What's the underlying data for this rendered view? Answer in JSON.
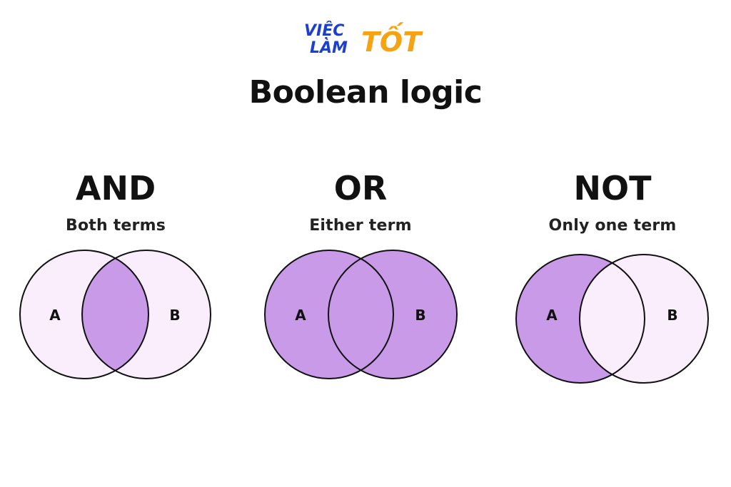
{
  "logo": {
    "line1": "VIỆC",
    "line2": "LÀM",
    "accent": "TỐT",
    "colors": {
      "blue": "#1b3fd1",
      "orange": "#f5a312"
    }
  },
  "title": "Boolean logic",
  "colors": {
    "filled": "#c89ae8",
    "light": "#faeefc",
    "stroke": "#111111"
  },
  "diagrams": [
    {
      "operator": "AND",
      "description": "Both terms",
      "set_a_label": "A",
      "set_b_label": "B",
      "highlighted_regions": [
        "A∩B"
      ]
    },
    {
      "operator": "OR",
      "description": "Either term",
      "set_a_label": "A",
      "set_b_label": "B",
      "highlighted_regions": [
        "A",
        "B",
        "A∩B"
      ]
    },
    {
      "operator": "NOT",
      "description": "Only one term",
      "set_a_label": "A",
      "set_b_label": "B",
      "highlighted_regions": [
        "A-B"
      ]
    }
  ]
}
